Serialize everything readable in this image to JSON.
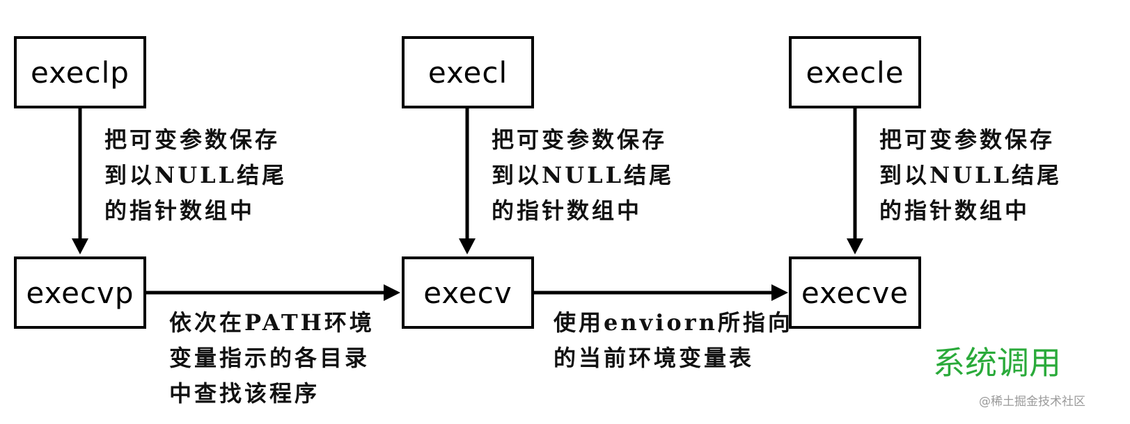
{
  "nodes": {
    "execlp": "execlp",
    "execl": "execl",
    "execle": "execle",
    "execvp": "execvp",
    "execv": "execv",
    "execve": "execve"
  },
  "notes": {
    "pack_args": [
      "把可变参数保存",
      "到以NULL结尾",
      "的指针数组中"
    ],
    "path_search": [
      "依次在PATH环境",
      "变量指示的各目录",
      "中查找该程序"
    ],
    "use_environ": [
      "使用enviorn所指向",
      "的当前环境变量表"
    ]
  },
  "caption": "系统调用",
  "watermark": "@稀土掘金技术社区",
  "colors": {
    "caption": "#2aaa3a",
    "line": "#000000"
  }
}
